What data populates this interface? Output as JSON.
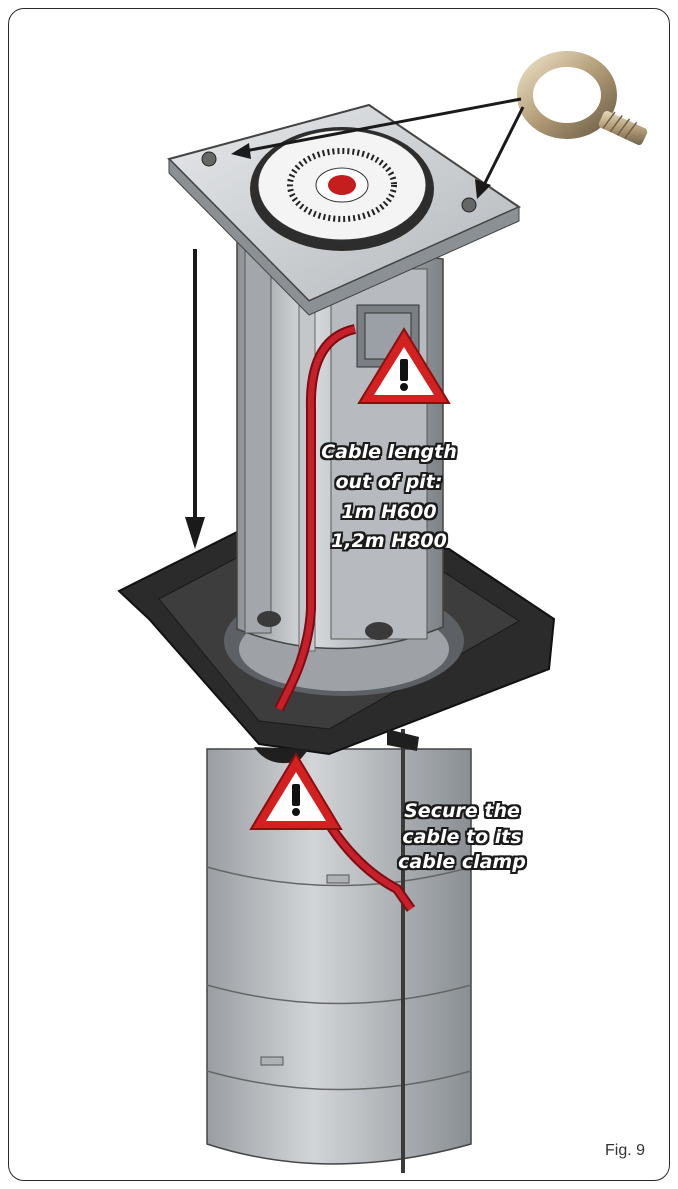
{
  "cable_length_note": {
    "line1": "Cable length",
    "line2": "out of pit:",
    "line3": "1m H600",
    "line4": "1,2m H800"
  },
  "secure_note": {
    "line1": "Secure the",
    "line2": "cable to its",
    "line3": "cable clamp"
  },
  "figure_label": "Fig. 9",
  "colors": {
    "warning_red": "#d32020",
    "cable_red": "#b5171d",
    "metal": "#b8bcc0",
    "dark_base": "#2b2b2b"
  }
}
